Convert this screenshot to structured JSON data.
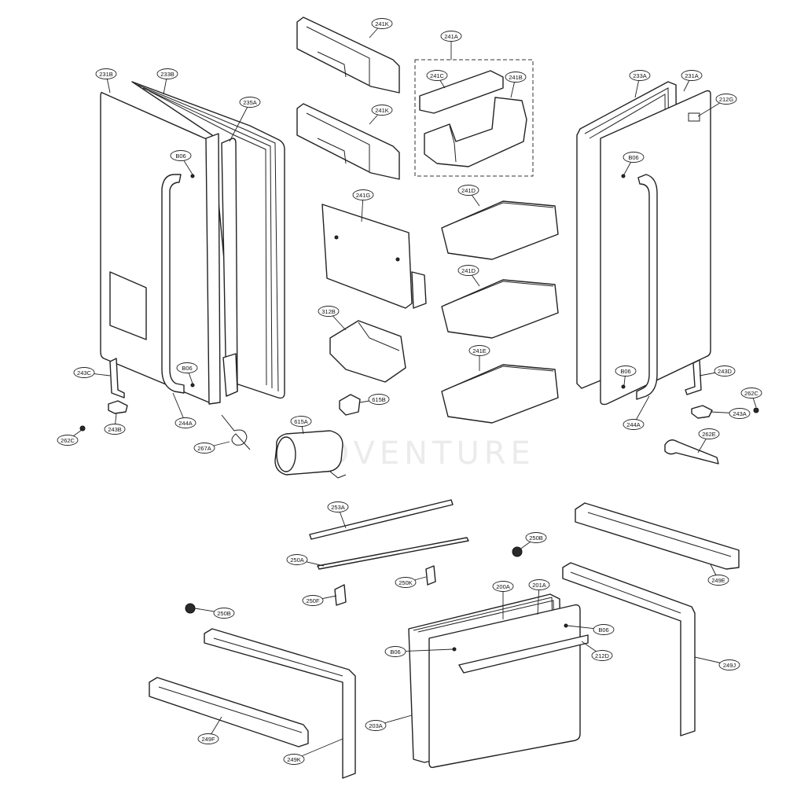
{
  "diagram": {
    "watermark": "ADVENTURE",
    "callouts": [
      {
        "id": "c-231B",
        "label": "231B"
      },
      {
        "id": "c-233B",
        "label": "233B"
      },
      {
        "id": "c-235A",
        "label": "235A"
      },
      {
        "id": "c-B06-left-upper",
        "label": "B06"
      },
      {
        "id": "c-B06-left-lower",
        "label": "B06"
      },
      {
        "id": "c-243C",
        "label": "243C"
      },
      {
        "id": "c-243B",
        "label": "243B"
      },
      {
        "id": "c-262C-left",
        "label": "262C"
      },
      {
        "id": "c-244A-left",
        "label": "244A"
      },
      {
        "id": "c-267A",
        "label": "267A"
      },
      {
        "id": "c-241K-top",
        "label": "241K"
      },
      {
        "id": "c-241K-mid",
        "label": "241K"
      },
      {
        "id": "c-241A",
        "label": "241A"
      },
      {
        "id": "c-241C",
        "label": "241C"
      },
      {
        "id": "c-241B",
        "label": "241B"
      },
      {
        "id": "c-241G",
        "label": "241G"
      },
      {
        "id": "c-241D-upper",
        "label": "241D"
      },
      {
        "id": "c-241D-lower",
        "label": "241D"
      },
      {
        "id": "c-241E",
        "label": "241E"
      },
      {
        "id": "c-312B",
        "label": "312B"
      },
      {
        "id": "c-615B",
        "label": "615B"
      },
      {
        "id": "c-615A",
        "label": "615A"
      },
      {
        "id": "c-233A",
        "label": "233A"
      },
      {
        "id": "c-231A",
        "label": "231A"
      },
      {
        "id": "c-212G",
        "label": "212G"
      },
      {
        "id": "c-B06-right-upper",
        "label": "B06"
      },
      {
        "id": "c-B06-right-lower",
        "label": "B06"
      },
      {
        "id": "c-243D",
        "label": "243D"
      },
      {
        "id": "c-262C-right",
        "label": "262C"
      },
      {
        "id": "c-243A",
        "label": "243A"
      },
      {
        "id": "c-244A-right",
        "label": "244A"
      },
      {
        "id": "c-262E",
        "label": "262E"
      },
      {
        "id": "c-253A",
        "label": "253A"
      },
      {
        "id": "c-250A",
        "label": "250A"
      },
      {
        "id": "c-250B-upper",
        "label": "250B"
      },
      {
        "id": "c-250K",
        "label": "250K"
      },
      {
        "id": "c-250F",
        "label": "250F"
      },
      {
        "id": "c-249E",
        "label": "249E"
      },
      {
        "id": "c-250B-lower",
        "label": "250B"
      },
      {
        "id": "c-200A",
        "label": "200A"
      },
      {
        "id": "c-201A",
        "label": "201A"
      },
      {
        "id": "c-B06-drawer-right",
        "label": "B06"
      },
      {
        "id": "c-B06-drawer-left",
        "label": "B06"
      },
      {
        "id": "c-212D",
        "label": "212D"
      },
      {
        "id": "c-249J",
        "label": "249J"
      },
      {
        "id": "c-203A",
        "label": "203A"
      },
      {
        "id": "c-249F",
        "label": "249F"
      },
      {
        "id": "c-249K",
        "label": "249K"
      }
    ]
  }
}
